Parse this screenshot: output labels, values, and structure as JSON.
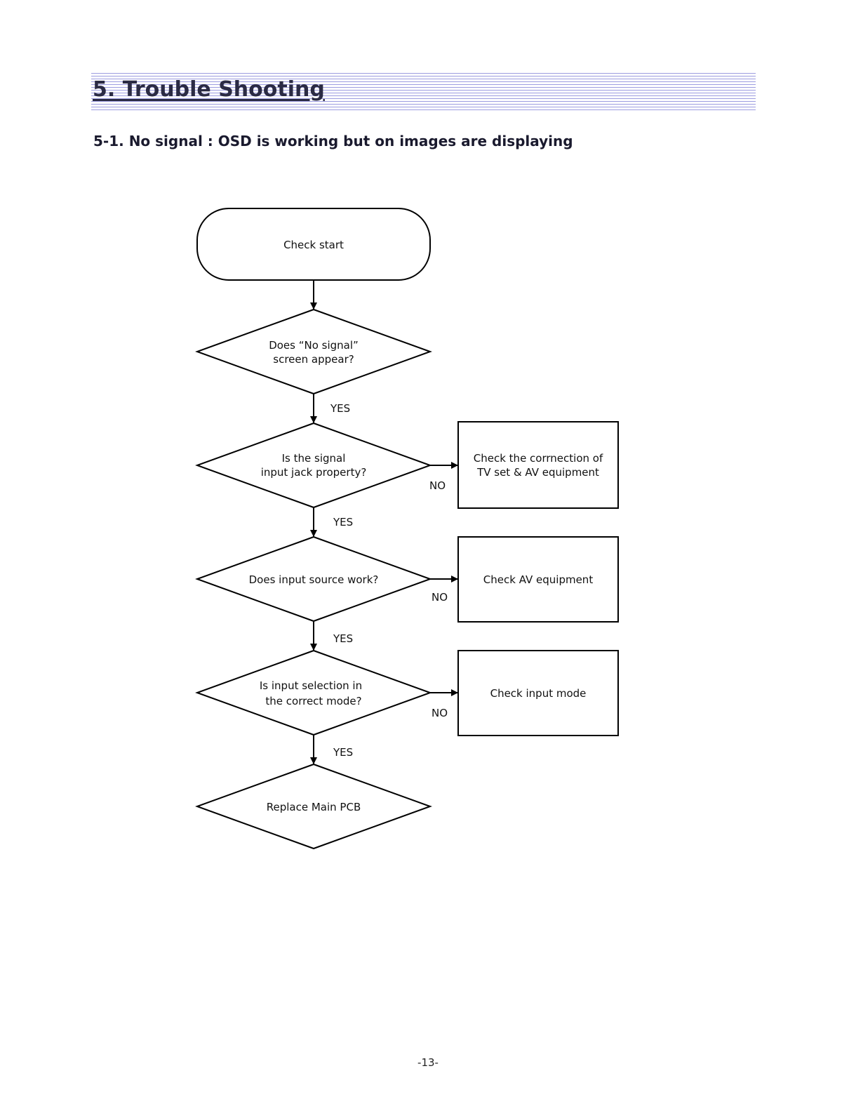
{
  "header": {
    "section_title": "5. Trouble Shooting",
    "subsection_title": "5-1. No signal : OSD is working but on images are displaying"
  },
  "flowchart": {
    "start": "Check start",
    "decisions": [
      {
        "lines": [
          "Does “No signal”",
          "screen appear?"
        ]
      },
      {
        "lines": [
          "Is the signal",
          "input jack property?"
        ]
      },
      {
        "lines": [
          "Does input source work?"
        ]
      },
      {
        "lines": [
          "Is input selection in",
          "the correct mode?"
        ]
      }
    ],
    "end": "Replace Main PCB",
    "actions": [
      {
        "lines": [
          "Check the corrnection of",
          "TV set & AV equipment"
        ]
      },
      {
        "lines": [
          "Check AV equipment"
        ]
      },
      {
        "lines": [
          "Check input mode"
        ]
      }
    ],
    "yes_labels": [
      "YES",
      "YES",
      "YES",
      "YES"
    ],
    "no_labels": [
      "NO",
      "NO",
      "NO"
    ]
  },
  "footer": {
    "page_number": "-13-"
  }
}
